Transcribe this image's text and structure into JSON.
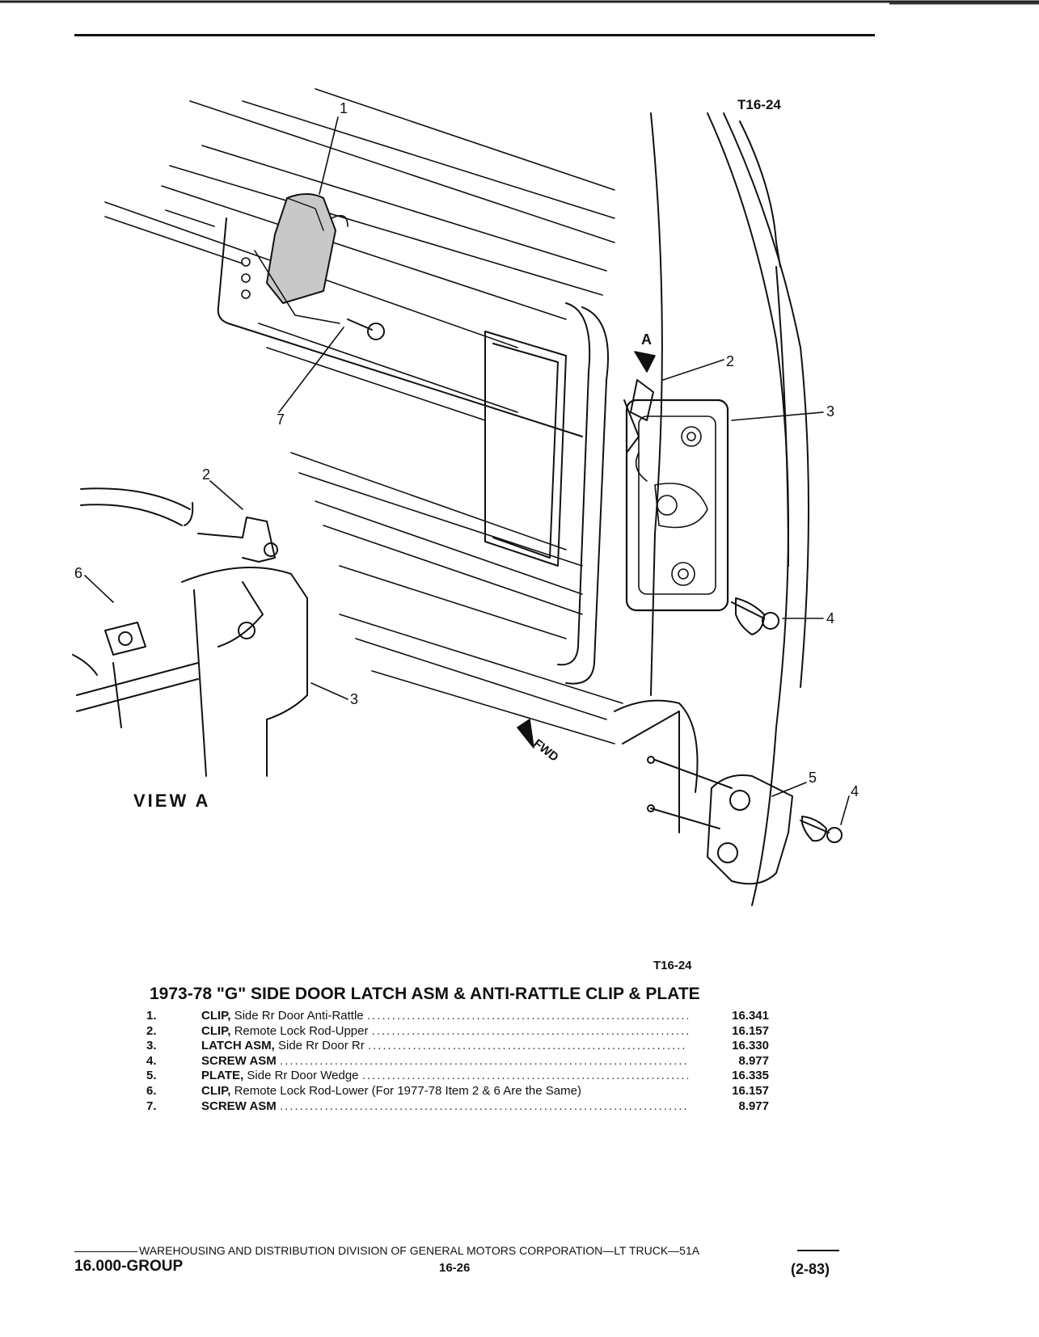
{
  "figure": {
    "code_top": "T16-24",
    "code_bottom": "T16-24",
    "view_label": "VIEW A",
    "fwd_label": "FWD",
    "view_marker": "A",
    "callouts": {
      "c1": "1",
      "c2_main": "2",
      "c3_main": "3",
      "c4_main": "4",
      "c5": "5",
      "c4_plate": "4",
      "c7": "7",
      "c2_view": "2",
      "c6_view": "6",
      "c3_view": "3"
    }
  },
  "parts_table": {
    "title": "1973-78 \"G\" SIDE DOOR LATCH ASM & ANTI-RATTLE CLIP & PLATE",
    "items": [
      {
        "num": "1.",
        "name": "CLIP,",
        "desc": "Side Rr Door Anti-Rattle",
        "code": "16.341"
      },
      {
        "num": "2.",
        "name": "CLIP,",
        "desc": "Remote Lock Rod-Upper",
        "code": "16.157"
      },
      {
        "num": "3.",
        "name": "LATCH ASM,",
        "desc": "Side Rr Door Rr",
        "code": "16.330"
      },
      {
        "num": "4.",
        "name": "SCREW ASM",
        "desc": "",
        "code": "8.977"
      },
      {
        "num": "5.",
        "name": "PLATE,",
        "desc": "Side Rr Door Wedge",
        "code": "16.335"
      },
      {
        "num": "6.",
        "name": "CLIP,",
        "desc": "Remote Lock Rod-Lower (For 1977-78 Item 2 & 6 Are the Same)",
        "code": "16.157"
      },
      {
        "num": "7.",
        "name": "SCREW ASM",
        "desc": "",
        "code": "8.977"
      }
    ]
  },
  "footer": {
    "publisher": "WAREHOUSING AND DISTRIBUTION  DIVISION OF GENERAL MOTORS CORPORATION—LT TRUCK—51A",
    "group": "16.000-GROUP",
    "page": "16-26",
    "date": "(2-83)"
  }
}
